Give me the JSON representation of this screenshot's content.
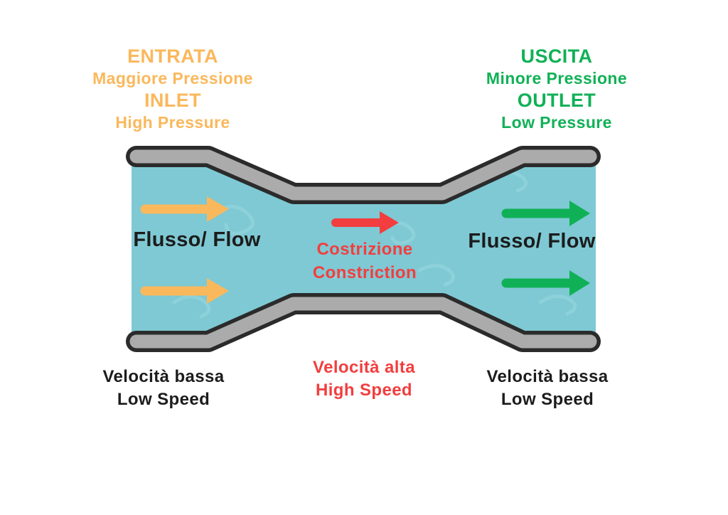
{
  "colors": {
    "background": "#ffffff",
    "inlet_orange": "#FAB85C",
    "outlet_green": "#10B156",
    "constriction_red": "#F23E3E",
    "text_black": "#1C1C1C",
    "pipe_wall_gray": "#ABABAB",
    "pipe_outline_black": "#2B2B2B",
    "fluid_teal": "#7EC9D4",
    "fluid_texture_teal": "#99D7DF"
  },
  "inlet_label": {
    "line1": "ENTRATA",
    "line2": "Maggiore Pressione",
    "line3": "INLET",
    "line4": "High Pressure"
  },
  "outlet_label": {
    "line1": "USCITA",
    "line2": "Minore Pressione",
    "line3": "OUTLET",
    "line4": "Low Pressure"
  },
  "flow": {
    "left": "Flusso/ Flow",
    "right": "Flusso/ Flow"
  },
  "constriction_label": {
    "line1": "Costrizione",
    "line2": "Constriction"
  },
  "speed_left": {
    "line1": "Velocità bassa",
    "line2": "Low Speed"
  },
  "speed_center": {
    "line1": "Velocità alta",
    "line2": "High Speed"
  },
  "speed_right": {
    "line1": "Velocità bassa",
    "line2": "Low Speed"
  }
}
